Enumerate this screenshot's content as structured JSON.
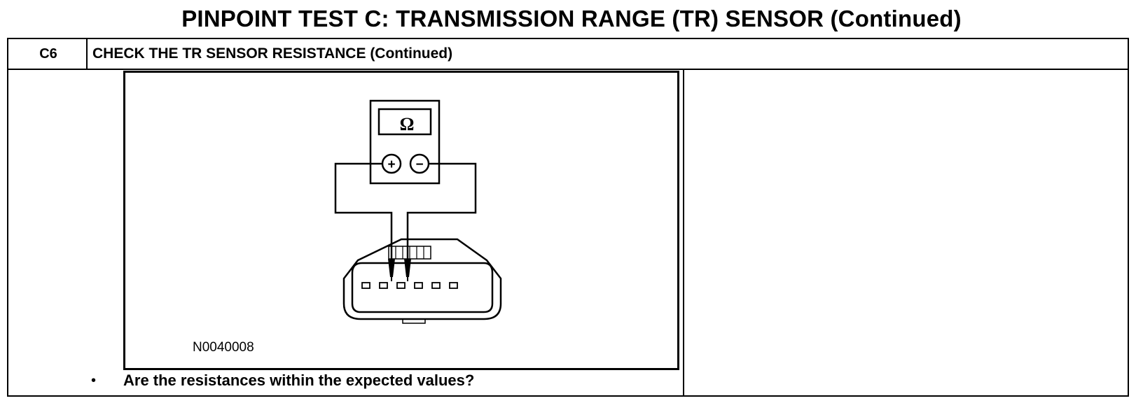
{
  "page_title": "PINPOINT TEST C: TRANSMISSION RANGE (TR) SENSOR (Continued)",
  "step": {
    "id": "C6",
    "title": "CHECK THE TR SENSOR RESISTANCE (Continued)"
  },
  "figure": {
    "meter_symbol": "Ω",
    "positive_terminal": "+",
    "negative_terminal": "−",
    "figure_id": "N0040008"
  },
  "instruction": {
    "bullet": "•",
    "question": "Are the resistances within the expected values?"
  }
}
